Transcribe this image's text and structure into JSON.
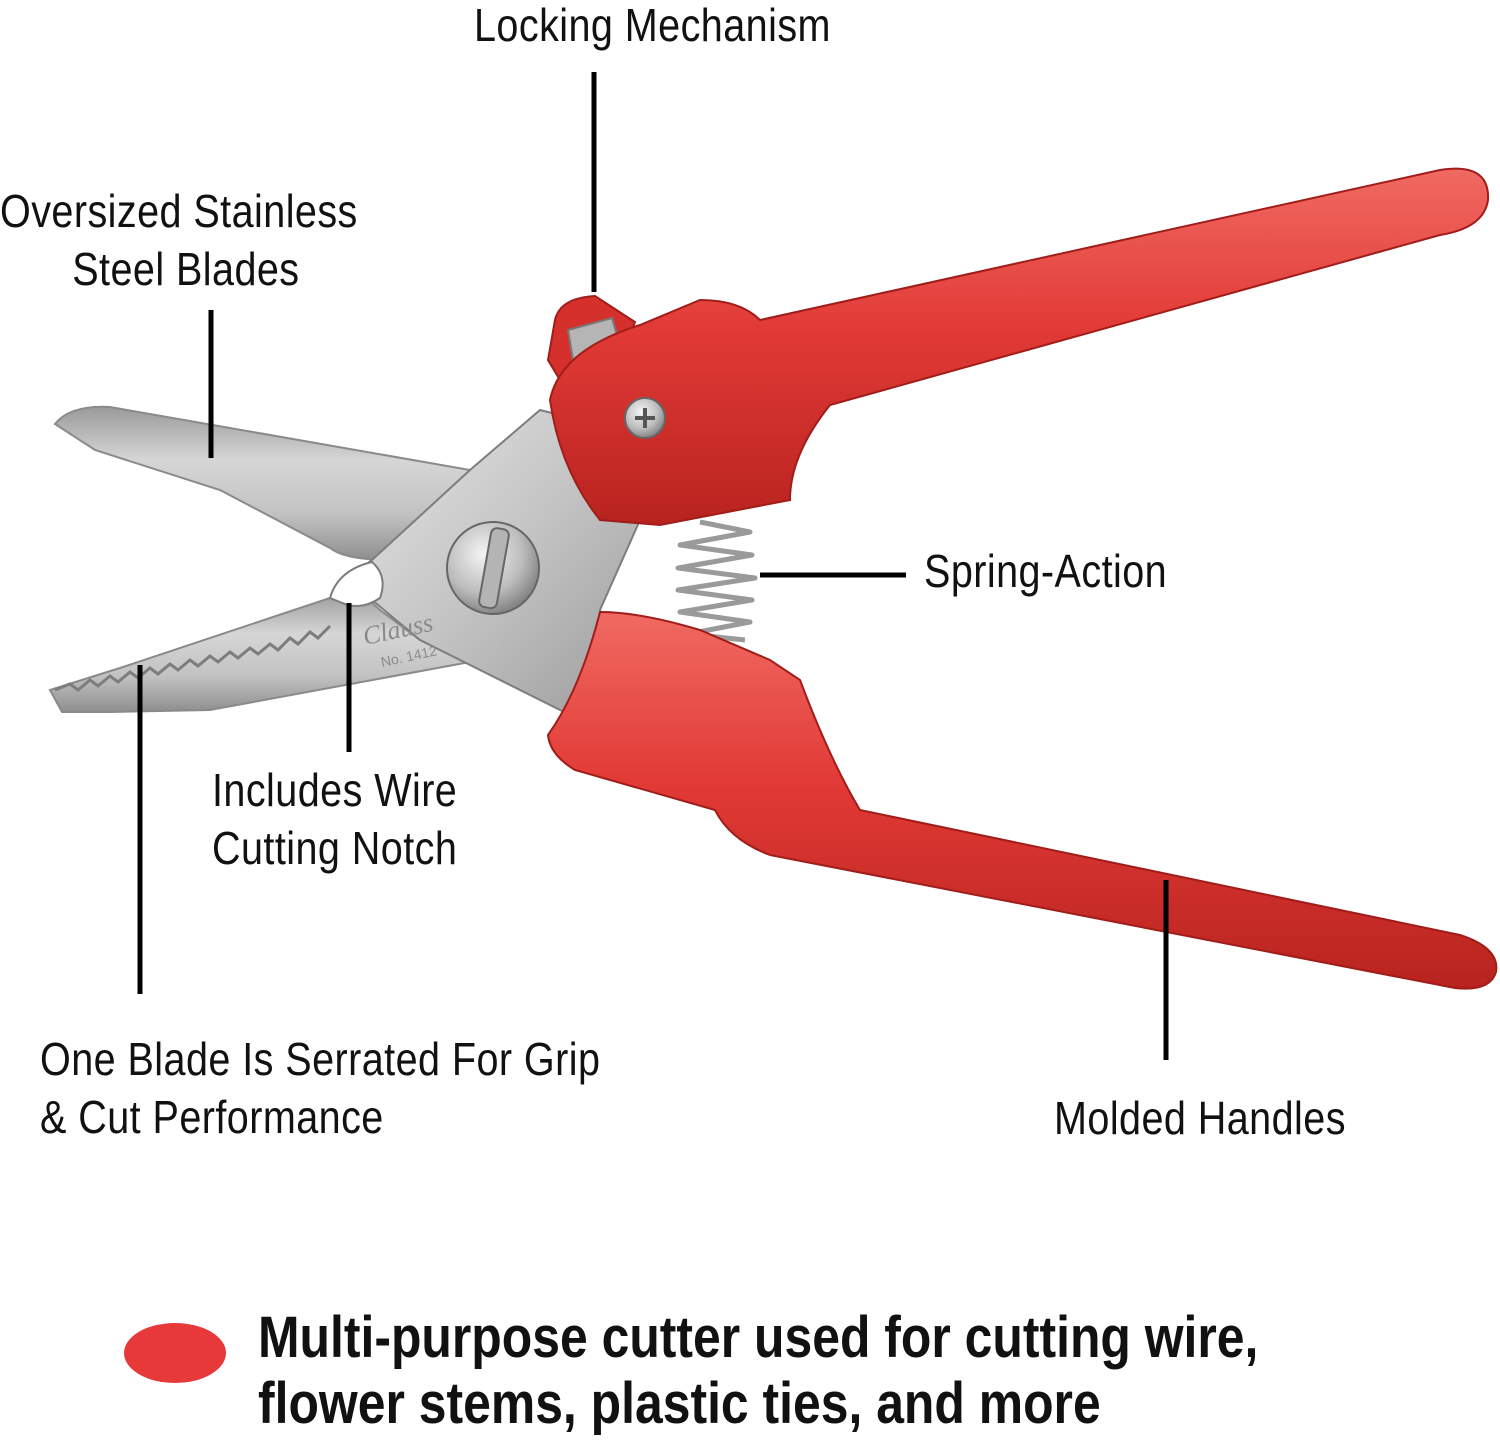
{
  "callouts": {
    "locking": "Locking Mechanism",
    "blades_line1": "Oversized Stainless",
    "blades_line2": "Steel Blades",
    "spring": "Spring-Action",
    "notch_line1": "Includes Wire",
    "notch_line2": "Cutting Notch",
    "serrated_line1": "One Blade Is Serrated For Grip",
    "serrated_line2": "& Cut Performance",
    "handles": "Molded Handles"
  },
  "caption": {
    "line1": "Multi-purpose cutter used for cutting wire,",
    "line2": "flower stems, plastic ties, and more"
  },
  "engraving": {
    "brand": "Clauss",
    "model": "No. 1412"
  },
  "colors": {
    "handle": "#e23a36",
    "blade": "#c9c9c9",
    "bullet": "#e8393a"
  }
}
